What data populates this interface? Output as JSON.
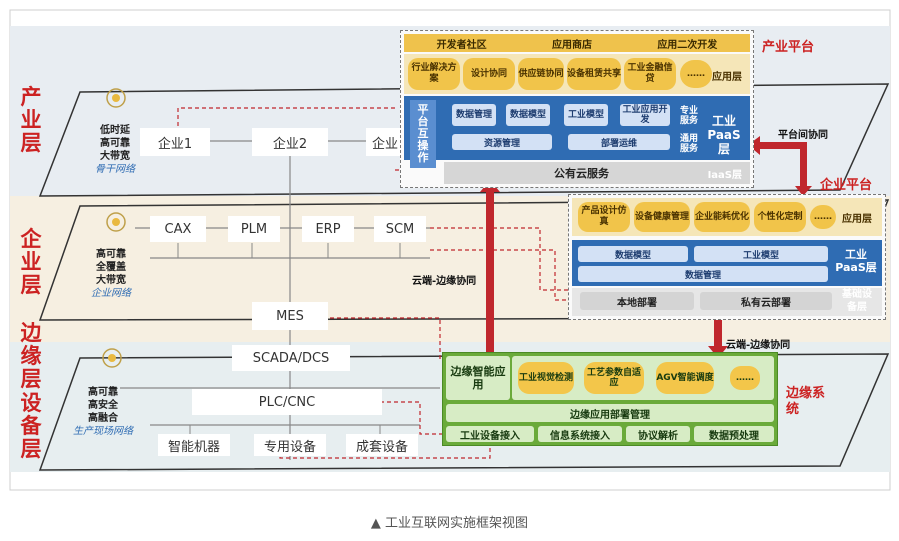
{
  "layers": {
    "industry": "产业层",
    "enterprise": "企业层",
    "edge": "边缘层",
    "device": "设备层"
  },
  "networks": {
    "industry": {
      "lines": [
        "低时延",
        "高可靠",
        "大带宽"
      ],
      "name": "骨干网络"
    },
    "enterprise": {
      "lines": [
        "高可靠",
        "全覆盖",
        "大带宽"
      ],
      "name": "企业网络"
    },
    "field": {
      "lines": [
        "高可靠",
        "高安全",
        "高融合"
      ],
      "name": "生产现场网络"
    }
  },
  "industry_nodes": [
    "企业1",
    "企业2",
    "企业"
  ],
  "enterprise_systems": [
    "CAX",
    "PLM",
    "ERP",
    "SCM"
  ],
  "mes": "MES",
  "scada": "SCADA/DCS",
  "plc": "PLC/CNC",
  "field_devices": [
    "智能机器",
    "专用设备",
    "成套设备"
  ],
  "industry_platform": {
    "label": "产业平台",
    "top_tabs": [
      "开发者社区",
      "应用商店",
      "应用二次开发"
    ],
    "apps": [
      "行业解决方案",
      "设计协同",
      "供应链协同",
      "设备租赁共享",
      "工业金融信贷",
      "……"
    ],
    "app_layer": "应用层",
    "interop": "平台互操作",
    "paas_items": [
      "数据管理",
      "数据模型",
      "工业模型",
      "工业应用开发"
    ],
    "pro_service": "专业服务",
    "resource_mgmt": "资源管理",
    "deploy_ops": "部署运维",
    "common_service": "通用服务",
    "paas_label": "工业PaaS层",
    "public_cloud": "公有云服务",
    "iaas": "IaaS层"
  },
  "enterprise_platform": {
    "label": "企业平台",
    "apps": [
      "产品设计仿真",
      "设备健康管理",
      "企业能耗优化",
      "个性化定制",
      "……"
    ],
    "app_layer": "应用层",
    "data_model": "数据模型",
    "industrial_model": "工业模型",
    "data_mgmt": "数据管理",
    "paas_label": "工业PaaS层",
    "local_deploy": "本地部署",
    "private_cloud": "私有云部署",
    "infra": "基础设备层"
  },
  "edge_system": {
    "label": "边缘系统",
    "smart_app": "边缘智能应用",
    "apps": [
      "工业视觉检测",
      "工艺参数自适应",
      "AGV智能调度",
      "……"
    ],
    "deploy_mgmt": "边缘应用部署管理",
    "bottom": [
      "工业设备接入",
      "信息系统接入",
      "协议解析",
      "数据预处理"
    ]
  },
  "arrows": {
    "platform_collab": "平台间协同",
    "cloud_edge_1": "云端-边缘协同",
    "cloud_edge_2": "云端-边缘协同"
  },
  "caption": "▲ 工业互联网实施框架视图",
  "colors": {
    "red": "#cc2222",
    "gold": "#f1c44a",
    "blue": "#2f6cb3",
    "green": "#6aaa3a",
    "dark_red_arrow": "#c0272d"
  }
}
